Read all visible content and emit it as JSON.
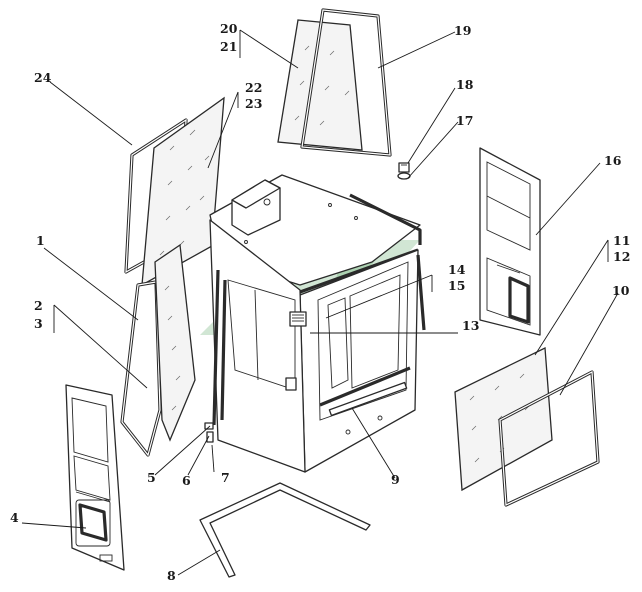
{
  "callouts": [
    {
      "id": "c1",
      "label": "1"
    },
    {
      "id": "c2",
      "label": "2"
    },
    {
      "id": "c3",
      "label": "3"
    },
    {
      "id": "c4",
      "label": "4"
    },
    {
      "id": "c5",
      "label": "5"
    },
    {
      "id": "c6",
      "label": "6"
    },
    {
      "id": "c7",
      "label": "7"
    },
    {
      "id": "c8",
      "label": "8"
    },
    {
      "id": "c9",
      "label": "9"
    },
    {
      "id": "c10",
      "label": "10"
    },
    {
      "id": "c11",
      "label": "11"
    },
    {
      "id": "c12",
      "label": "12"
    },
    {
      "id": "c13",
      "label": "13"
    },
    {
      "id": "c14",
      "label": "14"
    },
    {
      "id": "c15",
      "label": "15"
    },
    {
      "id": "c16",
      "label": "16"
    },
    {
      "id": "c17",
      "label": "17"
    },
    {
      "id": "c18",
      "label": "18"
    },
    {
      "id": "c19",
      "label": "19"
    },
    {
      "id": "c20",
      "label": "20"
    },
    {
      "id": "c21",
      "label": "21"
    },
    {
      "id": "c22",
      "label": "22"
    },
    {
      "id": "c23",
      "label": "23"
    },
    {
      "id": "c24",
      "label": "24"
    }
  ],
  "colors": {
    "line": "#2a2a2a",
    "background": "#ffffff",
    "watermark": "#2e8b3c"
  }
}
